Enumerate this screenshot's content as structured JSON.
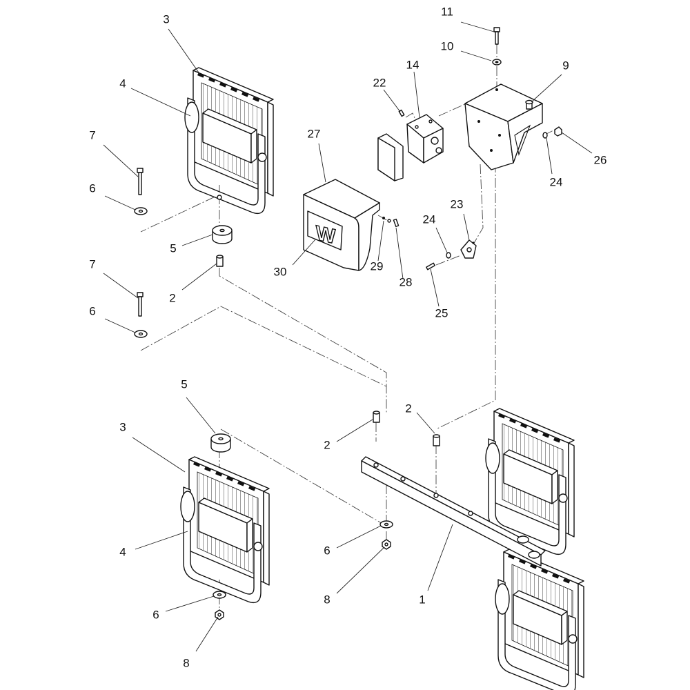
{
  "callouts": {
    "c1": "1",
    "c2a": "2",
    "c2b": "2",
    "c2c": "2",
    "c3a": "3",
    "c3b": "3",
    "c4a": "4",
    "c4b": "4",
    "c5a": "5",
    "c5b": "5",
    "c6a": "6",
    "c6b": "6",
    "c6c": "6",
    "c6d": "6",
    "c7a": "7",
    "c7b": "7",
    "c8a": "8",
    "c8b": "8",
    "c9": "9",
    "c10": "10",
    "c11": "11",
    "c14": "14",
    "c22": "22",
    "c23": "23",
    "c24a": "24",
    "c24b": "24",
    "c25": "25",
    "c26": "26",
    "c27": "27",
    "c28": "28",
    "c29": "29",
    "c30": "30"
  },
  "logo_text": "W"
}
